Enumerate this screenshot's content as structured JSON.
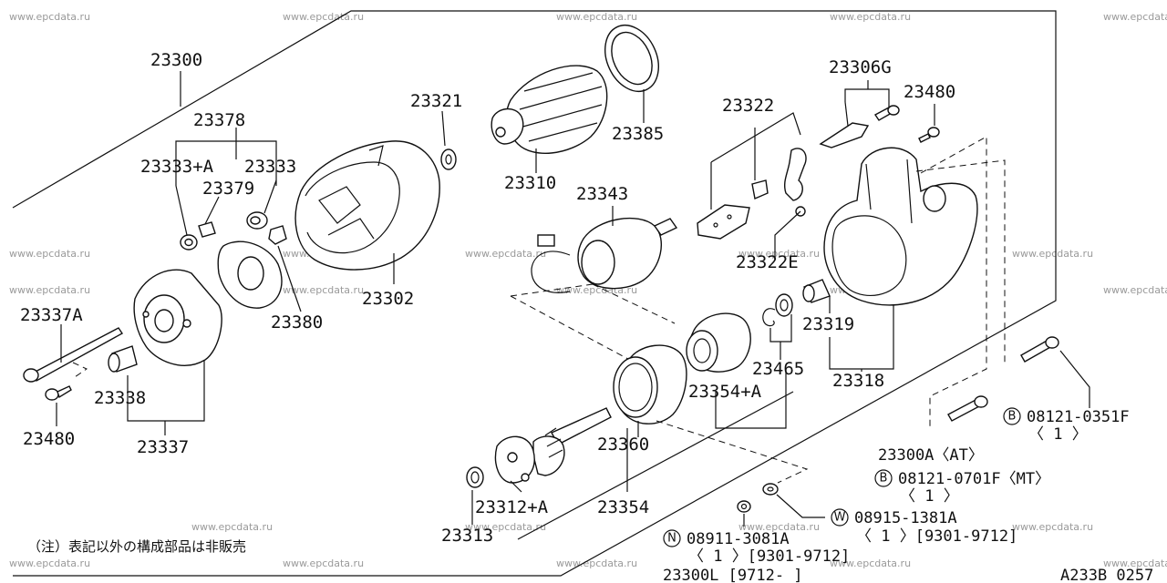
{
  "watermark": "www.epcdata.ru",
  "diagram_code": "A233B 0257",
  "note": "（注）表記以外の構成部品は非販売",
  "labels": {
    "p23300": "23300",
    "p23378": "23378",
    "p23333A": "23333+A",
    "p23333": "23333",
    "p23379": "23379",
    "p23337A": "23337A",
    "p23338": "23338",
    "p23480a": "23480",
    "p23337": "23337",
    "p23380": "23380",
    "p23302": "23302",
    "p23321": "23321",
    "p23310": "23310",
    "p23385": "23385",
    "p23343": "23343",
    "p23322": "23322",
    "p23322E": "23322E",
    "p23306G": "23306G",
    "p23480b": "23480",
    "p23319": "23319",
    "p23318": "23318",
    "p23465": "23465",
    "p23354A": "23354+A",
    "p23360": "23360",
    "p23354": "23354",
    "p23312A": "23312+A",
    "p23313": "23313",
    "p23300A": "23300A〈AT〉",
    "p23300L": "23300L [9712-     ]"
  },
  "fasteners": [
    {
      "symbol": "B",
      "code": "08121-0351F",
      "qty": "〈 1 〉"
    },
    {
      "symbol": "B",
      "code": "08121-0701F〈MT〉",
      "qty": "〈 1 〉"
    },
    {
      "symbol": "W",
      "code": "08915-1381A",
      "qty": "〈 1 〉[9301-9712]"
    },
    {
      "symbol": "N",
      "code": "08911-3081A",
      "qty": "〈 1 〉[9301-9712]"
    }
  ]
}
